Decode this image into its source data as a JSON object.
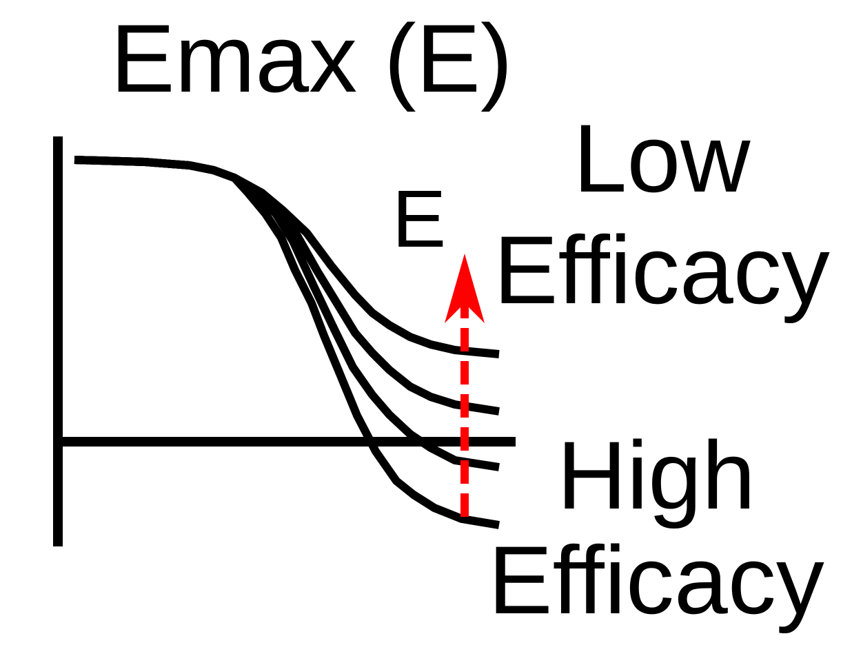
{
  "title": "Emax (E)",
  "arrow_label": "E",
  "top_label": {
    "line1": "Low",
    "line2": "Efficacy"
  },
  "bottom_label": {
    "line1": "High",
    "line2": "Efficacy"
  },
  "colors": {
    "curve": "#000000",
    "axis": "#000000",
    "arrow": "#ff0000"
  }
}
